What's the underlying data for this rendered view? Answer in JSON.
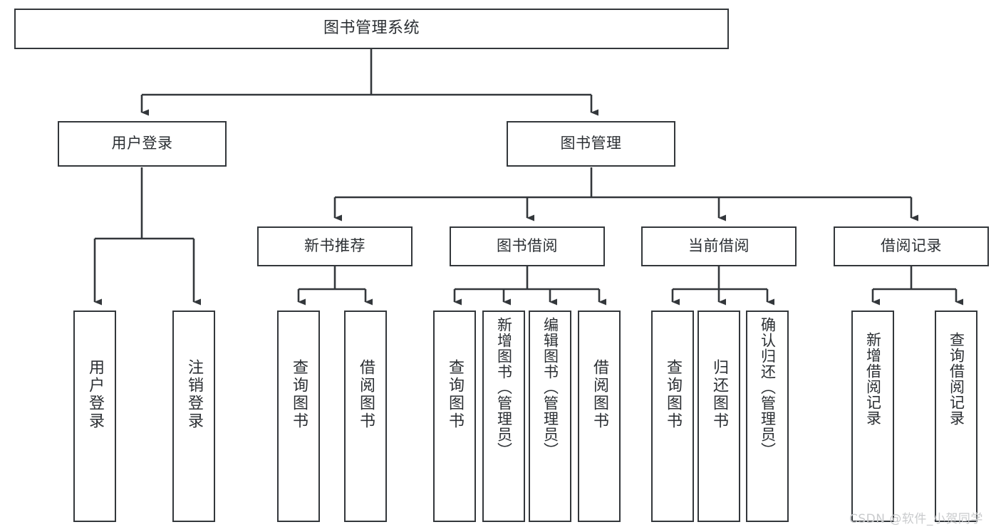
{
  "diagram": {
    "type": "tree-hierarchy-chart",
    "title": "图书管理系统",
    "stroke_color": "#33373b",
    "text_color": "#2b2f33",
    "background": "#ffffff",
    "root": {
      "label": "图书管理系统"
    },
    "level1": [
      {
        "label": "用户登录"
      },
      {
        "label": "图书管理"
      }
    ],
    "level2": [
      {
        "label": "新书推荐"
      },
      {
        "label": "图书借阅"
      },
      {
        "label": "当前借阅"
      },
      {
        "label": "借阅记录"
      }
    ],
    "leaves": {
      "user_login": [
        {
          "label": "用户登录"
        },
        {
          "label": "注销登录"
        }
      ],
      "new_book_recommend": [
        {
          "label": "查询图书"
        },
        {
          "label": "借阅图书"
        }
      ],
      "book_borrow": [
        {
          "label": "查询图书"
        },
        {
          "label": "新增图书（管理员）"
        },
        {
          "label": "编辑图书（管理员）"
        },
        {
          "label": "借阅图书"
        }
      ],
      "current_borrow": [
        {
          "label": "查询图书"
        },
        {
          "label": "归还图书"
        },
        {
          "label": "确认归还（管理员）"
        }
      ],
      "borrow_record": [
        {
          "label": "新增借阅记录"
        },
        {
          "label": "查询借阅记录"
        }
      ]
    }
  },
  "watermark": {
    "text": "CSDN @软件_小贺同学"
  }
}
